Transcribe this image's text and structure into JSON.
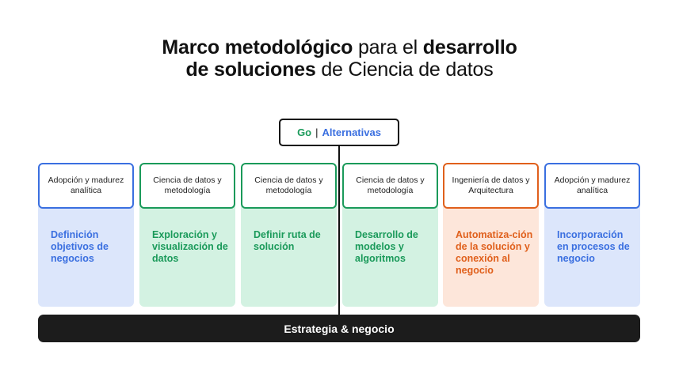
{
  "title": {
    "part1_bold": "Marco metodológico",
    "part2": " para el ",
    "part3_bold": "desarrollo",
    "part4_bold": "de soluciones",
    "part5": " de Ciencia de datos"
  },
  "top_box": {
    "go": "Go",
    "separator": "|",
    "alternatives": "Alternativas"
  },
  "columns": [
    {
      "header": "Adopción y madurez analítica",
      "body": "Definición objetivos de negocios",
      "color": "#3a6fe0"
    },
    {
      "header": "Ciencia de datos y metodología",
      "body": "Exploración y visualización de datos",
      "color": "#1a9a5a"
    },
    {
      "header": "Ciencia de datos y metodología",
      "body": "Definir ruta de solución",
      "color": "#1a9a5a"
    },
    {
      "header": "Ciencia de datos y metodología",
      "body": "Desarrollo de modelos y algoritmos",
      "color": "#1a9a5a"
    },
    {
      "header": "Ingeniería de datos y Arquitectura",
      "body": "Automatiza-ción de la solución y conexión al negocio",
      "color": "#e0601c"
    },
    {
      "header": "Adopción y madurez analítica",
      "body": "Incorporación en procesos de negocio",
      "color": "#3a6fe0"
    }
  ],
  "base_bar": "Estrategia & negocio",
  "colors": {
    "blue": "#3a6fe0",
    "green": "#1a9a5a",
    "orange": "#e0601c",
    "dark": "#1c1c1c"
  }
}
